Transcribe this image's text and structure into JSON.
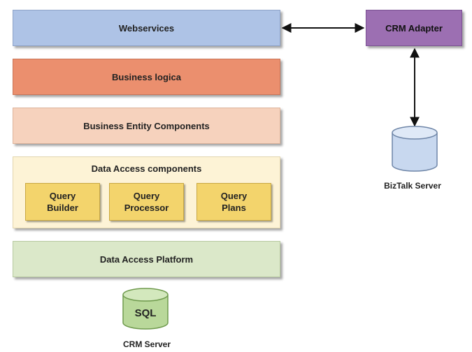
{
  "layers": {
    "webservices": "Webservices",
    "business_logic": "Business logica",
    "business_entity": "Business Entity Components",
    "data_access_components": "Data Access components",
    "data_access_platform": "Data Access Platform"
  },
  "query_boxes": {
    "builder": "Query\nBuilder",
    "processor": "Query\nProcessor",
    "plans": "Query\nPlans"
  },
  "crm_adapter": "CRM Adapter",
  "biztalk": {
    "label": "BizTalk Server"
  },
  "sql": {
    "cylinder_text": "SQL",
    "label": "CRM Server"
  },
  "colors": {
    "webservices": "#aec3e6",
    "business_logic": "#eb8f6e",
    "business_entity": "#f6d2bd",
    "data_access_components": "#fdf3d6",
    "query_box": "#f3d46c",
    "data_access_platform": "#dbe8c9",
    "crm_adapter": "#9c6fb2",
    "biztalk_cylinder": "#c8d8ef",
    "sql_cylinder": "#b9d89a"
  }
}
